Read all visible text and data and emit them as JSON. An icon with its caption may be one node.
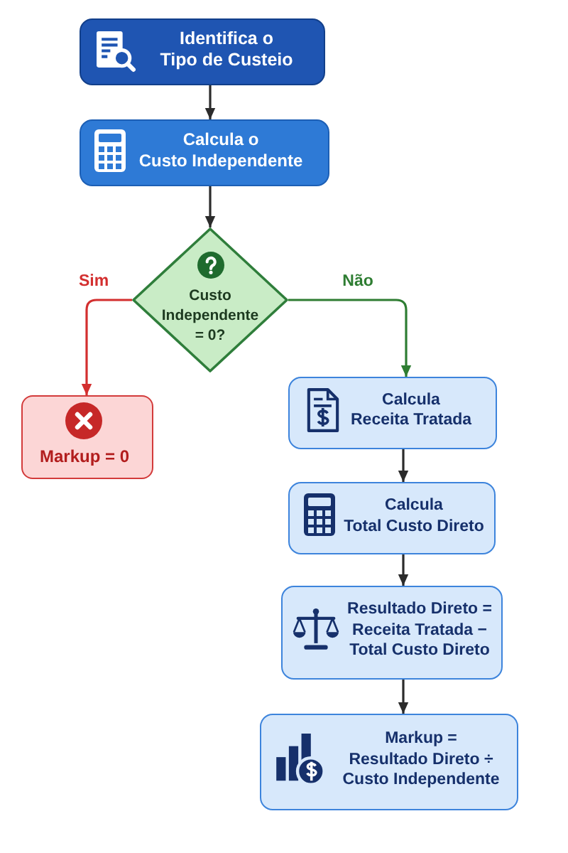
{
  "diagram": {
    "nodes": [
      {
        "text": [
          "Identifica o Tipo de Custeio"
        ]
      },
      {
        "text": [
          "Calcula o Custo Independente"
        ]
      },
      {
        "text": [
          "Custo Independente = 0?"
        ]
      },
      {
        "text": [
          "Markup = 0"
        ]
      },
      {
        "text": [
          "Calcula Receita Tratada"
        ]
      },
      {
        "text": [
          "Calcula Total Custo Direto"
        ]
      },
      {
        "text": [
          "Resultado Direto = Receita Tratada − Total Custo Direto"
        ]
      },
      {
        "text": [
          "Markup = Resultado Direto ÷ Custo Independente"
        ]
      }
    ],
    "edges": [
      {
        "from": 0,
        "to": 1,
        "arrow": "to"
      },
      {
        "from": 1,
        "to": 2,
        "arrow": "to"
      },
      {
        "from": 2,
        "to": 3,
        "arrow": "to",
        "label": "Sim",
        "color": "#d32f2f"
      },
      {
        "from": 2,
        "to": 4,
        "arrow": "to",
        "label": "Não",
        "color": "#2e7d32"
      },
      {
        "from": 4,
        "to": 5,
        "arrow": "to"
      },
      {
        "from": 5,
        "to": 6,
        "arrow": "to"
      },
      {
        "from": 6,
        "to": 7,
        "arrow": "to"
      }
    ]
  }
}
